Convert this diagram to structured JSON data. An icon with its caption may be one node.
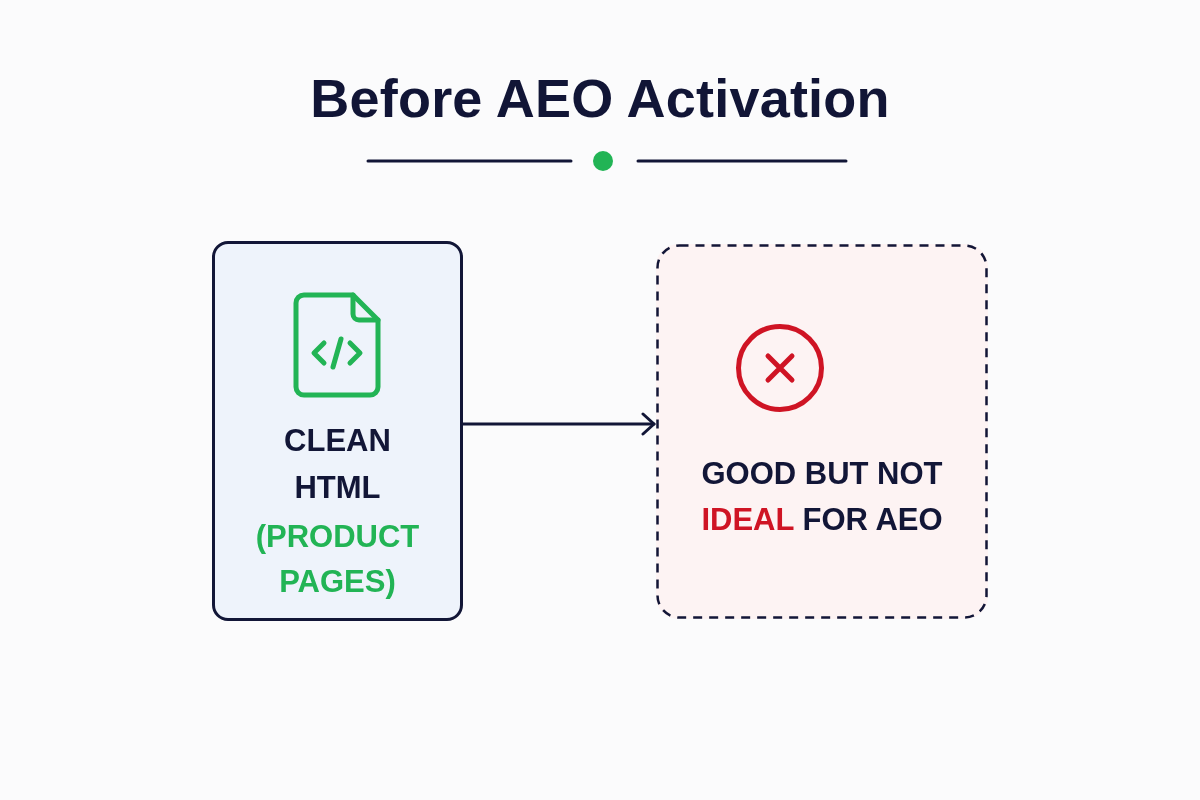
{
  "diagram": {
    "title": "Before AEO Activation",
    "nodes": [
      {
        "text": [
          "CLEAN HTML",
          "(PRODUCT PAGES)"
        ]
      },
      {
        "text": [
          "GOOD BUT NOT **IDEAL** FOR AEO"
        ]
      }
    ],
    "edges": [
      {
        "from": 0,
        "to": 1,
        "arrow": "to"
      }
    ]
  }
}
